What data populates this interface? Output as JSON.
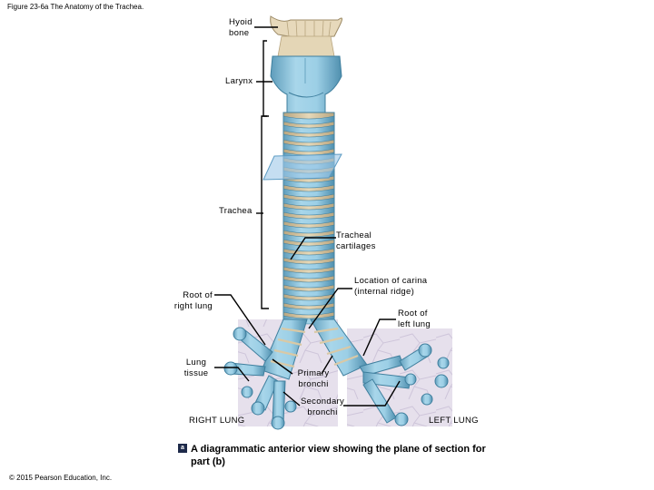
{
  "header": {
    "title": "Figure 23-6a The Anatomy of the Trachea."
  },
  "labels": {
    "hyoid_bone": "Hyoid\nbone",
    "larynx": "Larynx",
    "trachea": "Trachea",
    "tracheal_cartilages": "Tracheal\ncartilages",
    "location_of_carina": "Location of carina\n(internal ridge)",
    "root_of_right_lung": "Root of\nright lung",
    "root_of_left_lung": "Root of\nleft lung",
    "lung_tissue": "Lung\ntissue",
    "primary_bronchi": "Primary\nbronchi",
    "secondary_bronchi": "Secondary\nbronchi",
    "right_lung": "RIGHT LUNG",
    "left_lung": "LEFT LUNG"
  },
  "caption": {
    "badge": "a",
    "text": "A diagrammatic anterior view showing the plane of section for part (b)"
  },
  "footer": {
    "copyright": "© 2015 Pearson Education, Inc."
  },
  "colors": {
    "cartilage": "#8fc6de",
    "cartilage_dark": "#4f8fae",
    "membrane": "#d9c9a6",
    "bone": "#e9dcc0",
    "lung_tissue": "#ddd6e6",
    "plane": "#9fc8e8"
  }
}
